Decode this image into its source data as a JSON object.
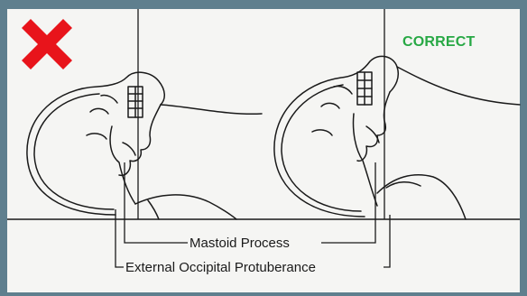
{
  "labels": {
    "correct": "CORRECT",
    "mastoid": "Mastoid Process",
    "eop": "External Occipital Protuberance"
  },
  "colors": {
    "wrong_mark": "#e8141b",
    "correct_text": "#27a844",
    "line": "#1a1a1a",
    "background": "#f5f5f3",
    "frame": "#5f7f8e"
  },
  "icons": {
    "wrong": "x-cross-icon"
  }
}
